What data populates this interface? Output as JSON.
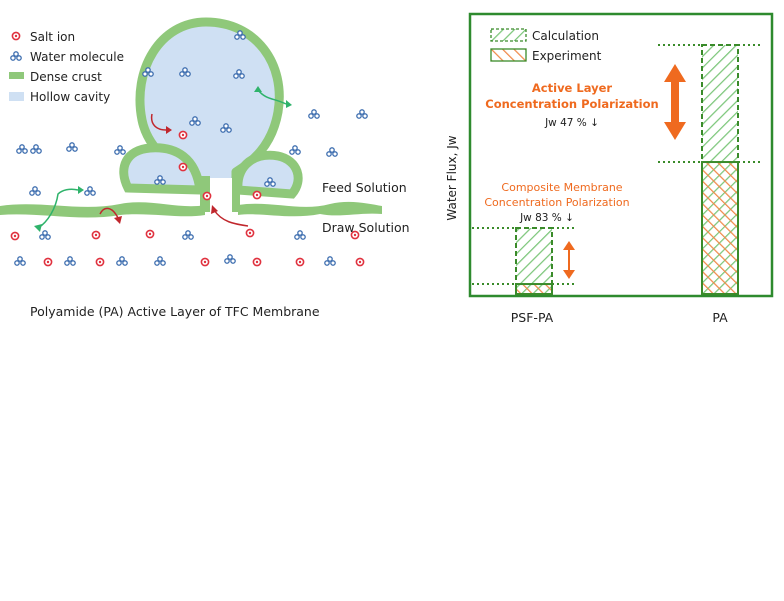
{
  "legend_left": {
    "salt_ion": "Salt ion",
    "water_molecule": "Water molecule",
    "dense_crust": "Dense crust",
    "hollow_cavity": "Hollow cavity"
  },
  "labels_left": {
    "feed_solution": "Feed Solution",
    "draw_solution": "Draw Solution",
    "caption": "Polyamide  (PA)  Active Layer of TFC Membrane"
  },
  "chart_data": {
    "type": "bar",
    "categories": [
      "PSF-PA",
      "PA"
    ],
    "series": [
      {
        "name": "Calculation",
        "values": [
          0.265,
          1.0
        ]
      },
      {
        "name": "Experiment",
        "values": [
          0.04,
          0.53
        ]
      }
    ],
    "xlabel": "",
    "ylabel": "Water Flux, Jw",
    "legend_position": "top-left",
    "annotations": [
      {
        "line1": "Active Layer",
        "line2": "Concentration Polarization",
        "value": "Jw 47 % ↓"
      },
      {
        "line1": "Composite Membrane",
        "line2": "Concentration Polarization",
        "value": "Jw 83 % ↓"
      }
    ]
  },
  "colors": {
    "salt_ion": "#e0323f",
    "water_molecule": "#3f6fb0",
    "dense_crust": "#8fc87a",
    "hollow_cavity": "#cfe0f3",
    "calc_bar": "#3a8b2a",
    "exp_bar": "#ef7a3a",
    "annotation": "#ef6a1f",
    "chart_frame": "#2e8a2e"
  }
}
